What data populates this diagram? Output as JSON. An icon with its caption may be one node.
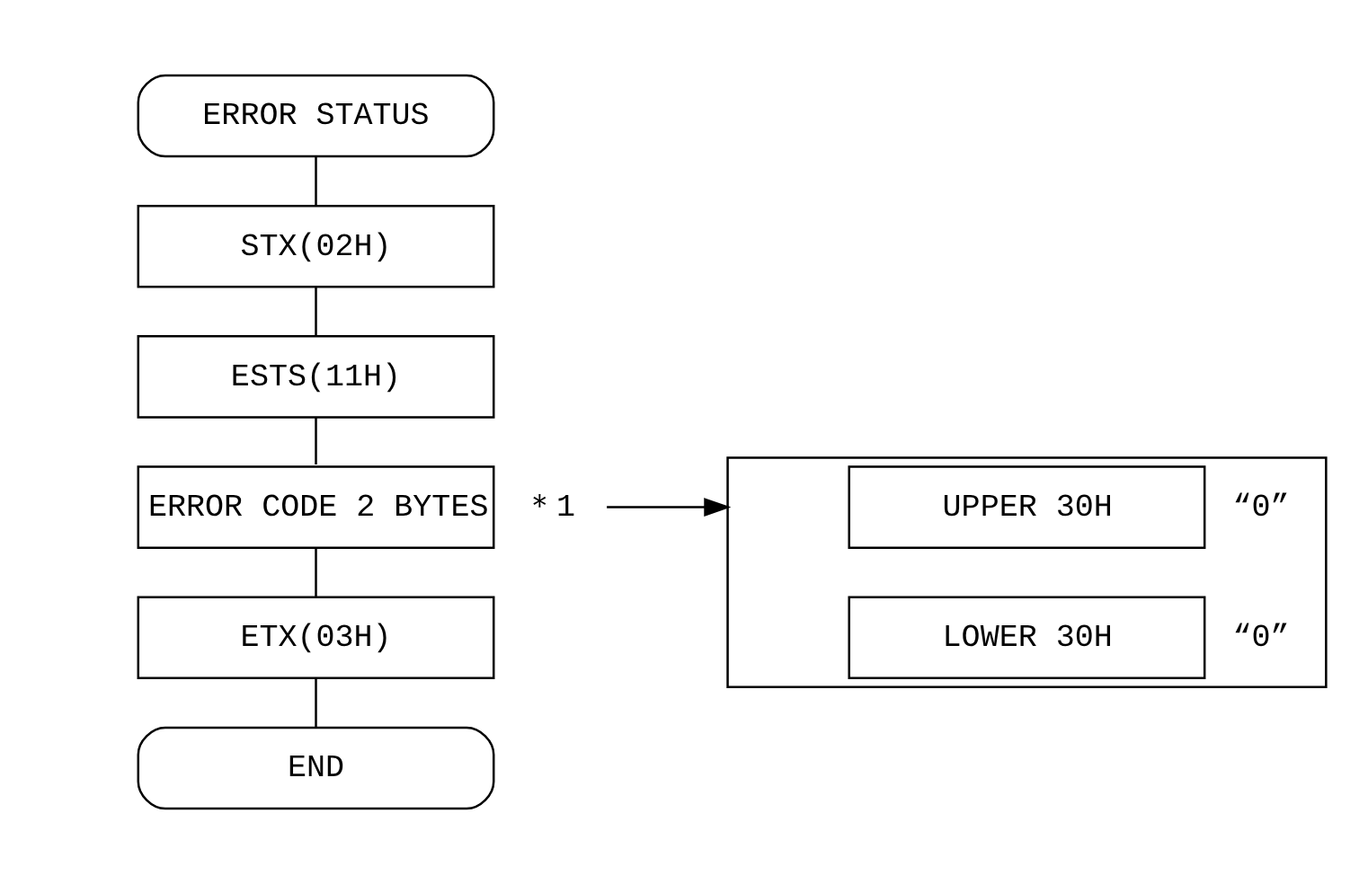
{
  "diagram": {
    "nodes": [
      {
        "text": [
          "ERROR STATUS"
        ]
      },
      {
        "text": [
          "STX(02H)"
        ]
      },
      {
        "text": [
          "ESTS(11H)"
        ]
      },
      {
        "text": [
          "ERROR CODE 2 BYTES"
        ],
        "beside": [
          "＊1"
        ]
      },
      {
        "text": [
          "ETX(03H)"
        ]
      },
      {
        "text": [
          "END"
        ]
      },
      {
        "text": [],
        "shape": "box"
      },
      {
        "text": [
          "UPPER 30H"
        ],
        "in": 6,
        "beside": [
          "“0”"
        ]
      },
      {
        "text": [
          "LOWER 30H"
        ],
        "in": 6,
        "beside": [
          "“0”"
        ]
      }
    ],
    "edges": [
      {
        "from": 0,
        "to": 1,
        "arrow": "none"
      },
      {
        "from": 1,
        "to": 2,
        "arrow": "none"
      },
      {
        "from": 2,
        "to": 3,
        "arrow": "none"
      },
      {
        "from": 3,
        "to": 4,
        "arrow": "none"
      },
      {
        "from": 4,
        "to": 5,
        "arrow": "none"
      },
      {
        "from": 3,
        "to": 6,
        "arrow": "to"
      }
    ]
  }
}
